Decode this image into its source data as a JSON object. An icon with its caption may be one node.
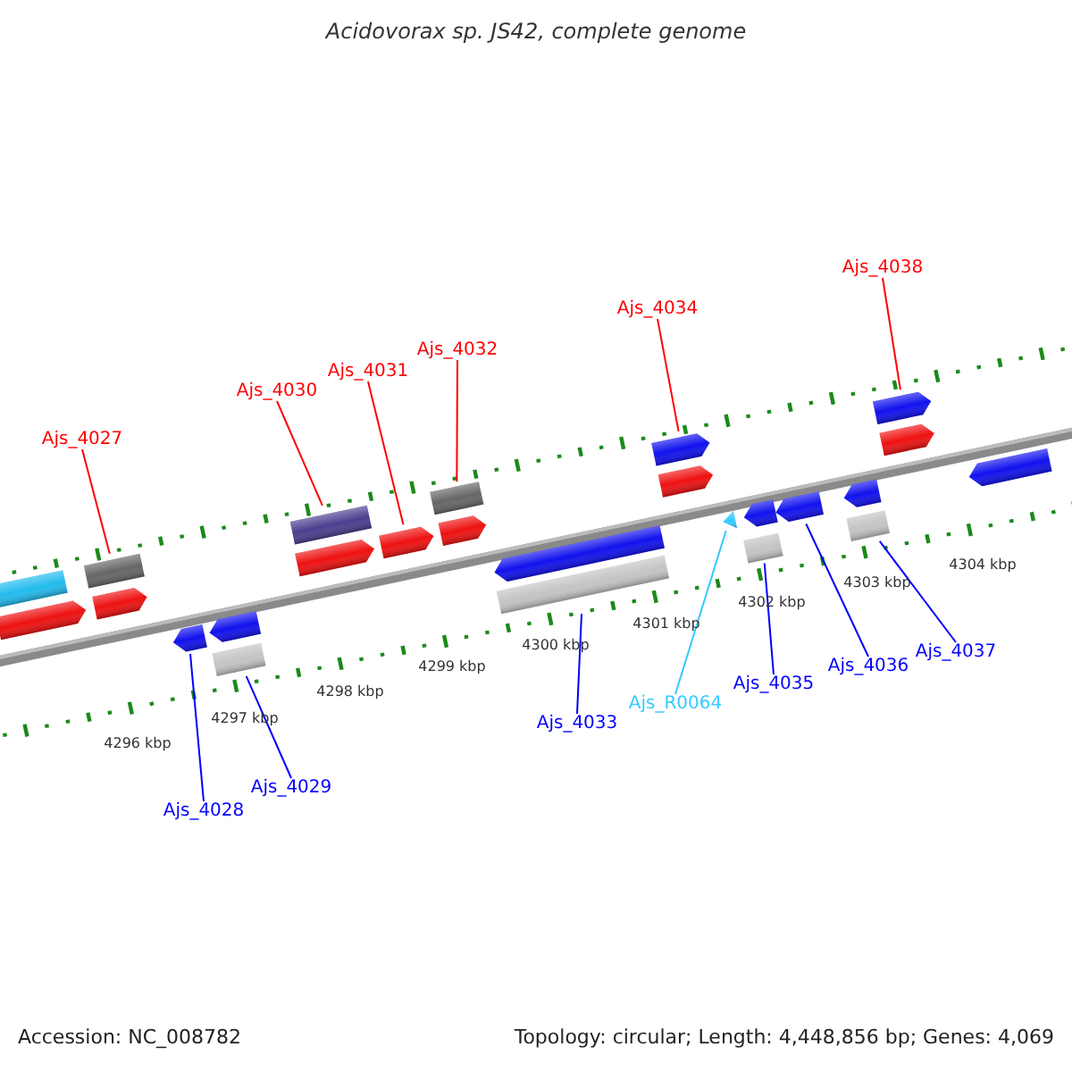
{
  "diagram": {
    "title": "Acidovorax sp. JS42, complete genome",
    "nodes": [
      {
        "text": [
          "Ajs_4027"
        ]
      },
      {
        "text": [
          "Ajs_4030"
        ]
      },
      {
        "text": [
          "Ajs_4031"
        ]
      },
      {
        "text": [
          "Ajs_4032"
        ]
      },
      {
        "text": [
          "Ajs_4034"
        ]
      },
      {
        "text": [
          "Ajs_4038"
        ]
      },
      {
        "text": [
          "Ajs_4028"
        ]
      },
      {
        "text": [
          "Ajs_4029"
        ]
      },
      {
        "text": [
          "Ajs_4033"
        ]
      },
      {
        "text": [
          "Ajs_R0064"
        ]
      },
      {
        "text": [
          "Ajs_4035"
        ]
      },
      {
        "text": [
          "Ajs_4036"
        ]
      },
      {
        "text": [
          "Ajs_4037"
        ]
      },
      {
        "text": [],
        "shape": "box"
      },
      {
        "text": [],
        "shape": "box"
      },
      {
        "text": [],
        "shape": "arrow"
      },
      {
        "text": [],
        "shape": "box"
      },
      {
        "text": [],
        "shape": "arrow"
      },
      {
        "text": [],
        "shape": "arrow"
      },
      {
        "text": [],
        "shape": "arrow"
      },
      {
        "text": [],
        "shape": "box"
      },
      {
        "text": [],
        "shape": "box"
      },
      {
        "text": [],
        "shape": "triangle"
      },
      {
        "text": [],
        "shape": "box"
      },
      {
        "text": [],
        "shape": "arrow"
      },
      {
        "text": [],
        "shape": "box"
      }
    ],
    "edges": [
      {
        "from": 0,
        "to": 13,
        "arrow": "none",
        "color": "#ff0000"
      },
      {
        "from": 1,
        "to": 14,
        "arrow": "none",
        "color": "#ff0000"
      },
      {
        "from": 2,
        "to": 15,
        "arrow": "none",
        "color": "#ff0000"
      },
      {
        "from": 3,
        "to": 16,
        "arrow": "none",
        "color": "#ff0000"
      },
      {
        "from": 4,
        "to": 17,
        "arrow": "none",
        "color": "#ff0000"
      },
      {
        "from": 5,
        "to": 18,
        "arrow": "none",
        "color": "#ff0000"
      },
      {
        "from": 6,
        "to": 19,
        "arrow": "none",
        "color": "#0000ff"
      },
      {
        "from": 7,
        "to": 20,
        "arrow": "none",
        "color": "#0000ff"
      },
      {
        "from": 8,
        "to": 21,
        "arrow": "none",
        "color": "#0000ff"
      },
      {
        "from": 9,
        "to": 22,
        "arrow": "none",
        "color": "#33ccff"
      },
      {
        "from": 10,
        "to": 23,
        "arrow": "none",
        "color": "#0000ff"
      },
      {
        "from": 11,
        "to": 24,
        "arrow": "none",
        "color": "#0000ff"
      },
      {
        "from": 12,
        "to": 25,
        "arrow": "none",
        "color": "#0000ff"
      }
    ],
    "labels": [
      "4296 kbp",
      "4297 kbp",
      "4298 kbp",
      "4299 kbp",
      "4300 kbp",
      "4301 kbp",
      "4302 kbp",
      "4303 kbp",
      "4304 kbp",
      "Accession: NC_008782",
      "Topology: circular; Length: 4,448,856 bp; Genes: 4,069"
    ]
  }
}
